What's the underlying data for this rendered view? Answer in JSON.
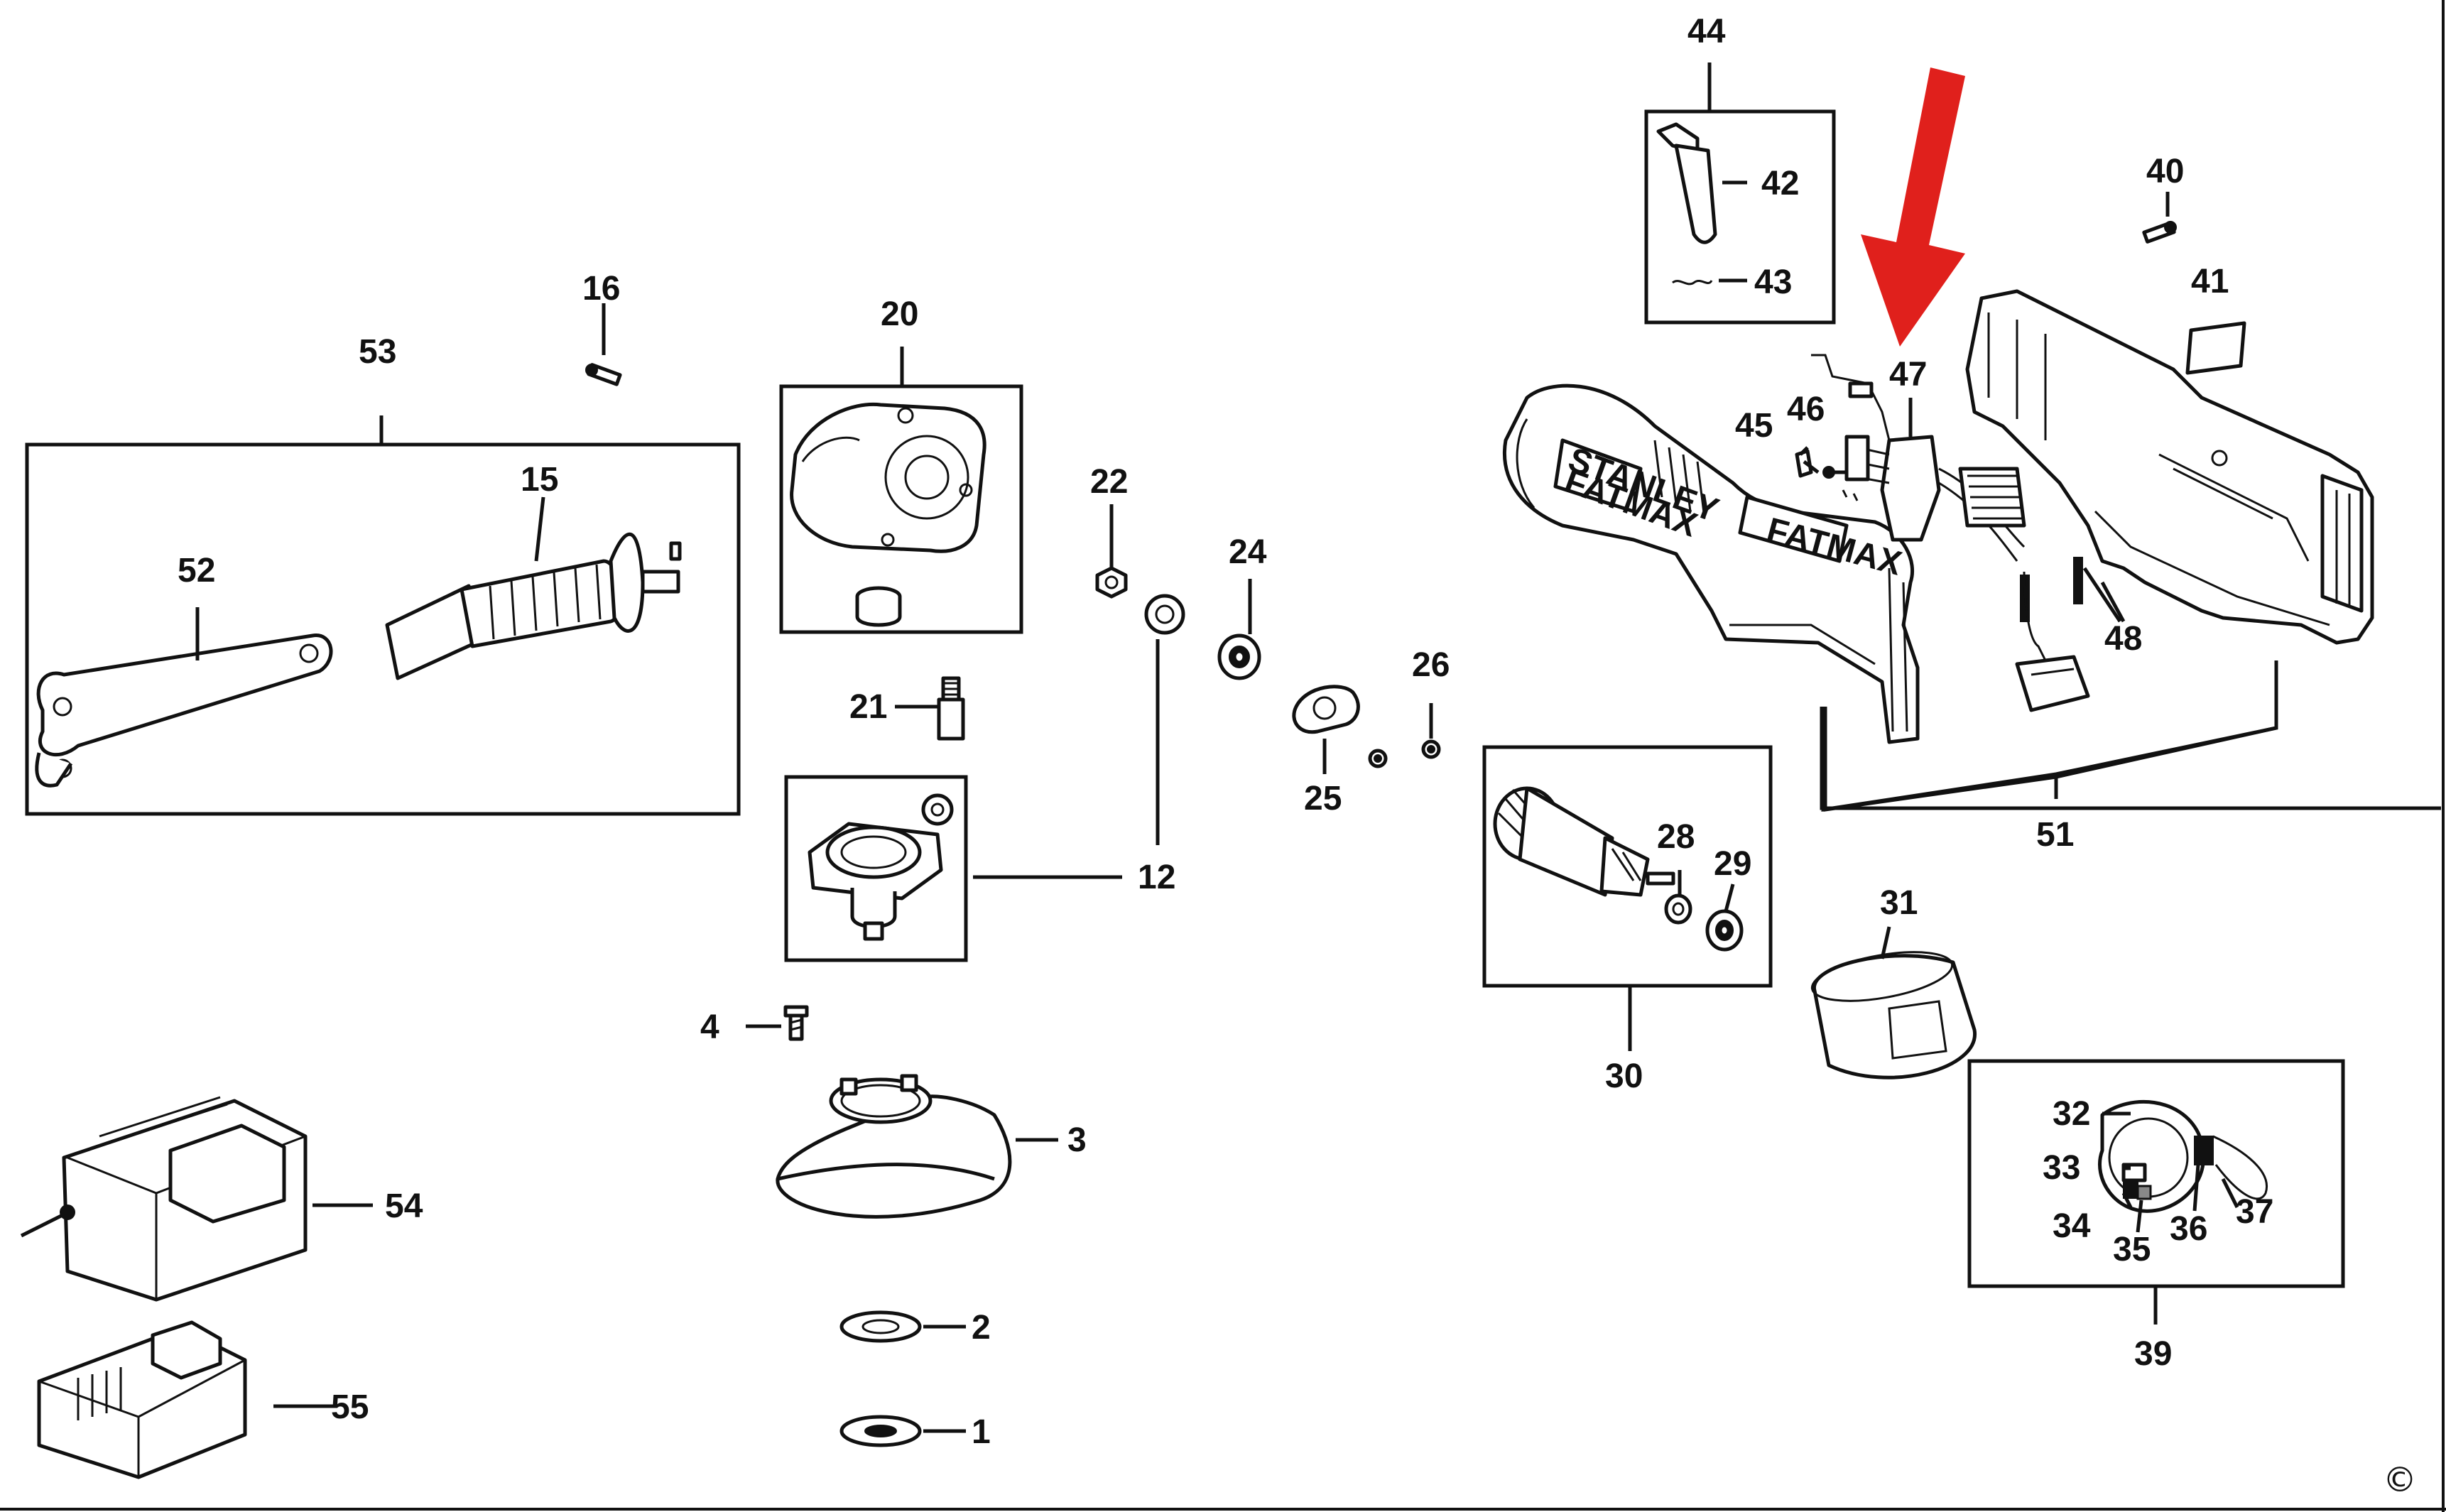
{
  "diagram": {
    "part_labels": {
      "p1": "1",
      "p2": "2",
      "p3": "3",
      "p4": "4",
      "p12": "12",
      "p15": "15",
      "p16": "16",
      "p20": "20",
      "p21": "21",
      "p22": "22",
      "p24": "24",
      "p25": "25",
      "p26": "26",
      "p28": "28",
      "p29": "29",
      "p30": "30",
      "p31": "31",
      "p32": "32",
      "p33": "33",
      "p34": "34",
      "p35": "35",
      "p36": "36",
      "p37": "37",
      "p39": "39",
      "p40": "40",
      "p41": "41",
      "p42": "42",
      "p43": "43",
      "p44": "44",
      "p45": "45",
      "p46": "46",
      "p47": "47",
      "p48": "48",
      "p51": "51",
      "p52": "52",
      "p53": "53",
      "p54": "54",
      "p55": "55"
    },
    "housing_brand": "STANLEY",
    "housing_brand_line2": "FATMAX",
    "housing_side_text": "FATMAX",
    "copyright_symbol": "©",
    "highlight_arrow_color": "#e0201c",
    "line_color": "#111111",
    "background_color": "#ffffff"
  }
}
